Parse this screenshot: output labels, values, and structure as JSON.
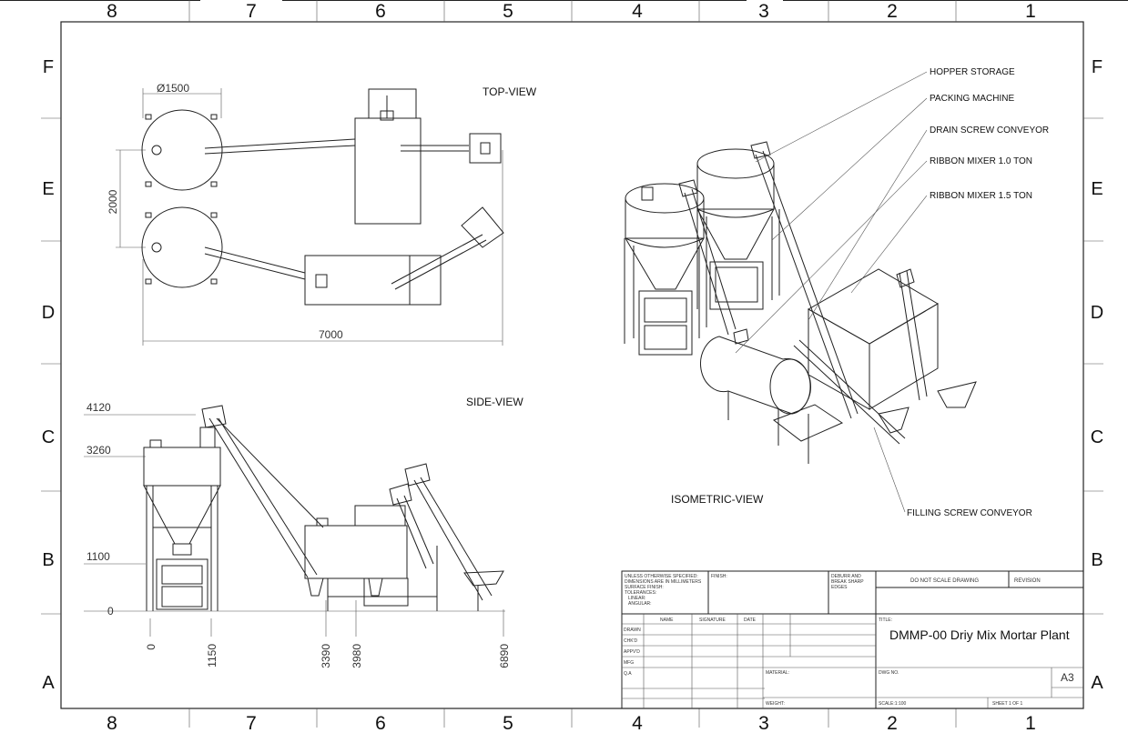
{
  "border": {
    "columns": [
      "8",
      "7",
      "6",
      "5",
      "4",
      "3",
      "2",
      "1"
    ],
    "rows": [
      "F",
      "E",
      "D",
      "C",
      "B",
      "A"
    ]
  },
  "views": {
    "top": "TOP-VIEW",
    "side": "SIDE-VIEW",
    "iso": "ISOMETRIC-VIEW"
  },
  "top_dims": {
    "diameter": "Ø1500",
    "height": "2000",
    "length": "7000"
  },
  "side_dims": {
    "y_levels": [
      "4120",
      "3260",
      "1100",
      "0"
    ],
    "x_positions": [
      "0",
      "1150",
      "3390",
      "3980",
      "6890"
    ]
  },
  "callouts": {
    "hopper": "HOPPER STORAGE",
    "packing": "PACKING MACHINE",
    "drain": "DRAIN SCREW CONVEYOR",
    "mixer10": "RIBBON MIXER 1.0 TON",
    "mixer15": "RIBBON MIXER 1.5 TON",
    "filling": "FILLING SCREW CONVEYOR"
  },
  "title_block": {
    "tolerance_note": [
      "UNLESS OTHERWISE SPECIFIED:",
      "DIMENSIONS ARE IN MILLIMETERS",
      "SURFACE FINISH:",
      "TOLERANCES:",
      "LINEAR:",
      "ANGULAR:"
    ],
    "finish": "FINISH:",
    "deburr": [
      "DEBURR AND",
      "BREAK SHARP",
      "EDGES"
    ],
    "do_not_scale": "DO NOT SCALE DRAWING",
    "revision": "REVISION",
    "col_name": "NAME",
    "col_signature": "SIGNATURE",
    "col_date": "DATE",
    "rows": [
      "DRAWN",
      "CHK'D",
      "APPV'D",
      "MFG",
      "Q.A"
    ],
    "title_label": "TITLE:",
    "title": "DMMP-00 Driy Mix Mortar Plant",
    "material": "MATERIAL:",
    "dwg_no": "DWG NO.",
    "size": "A3",
    "weight": "WEIGHT:",
    "scale": "SCALE:1:100",
    "sheet": "SHEET 1 OF 1"
  }
}
